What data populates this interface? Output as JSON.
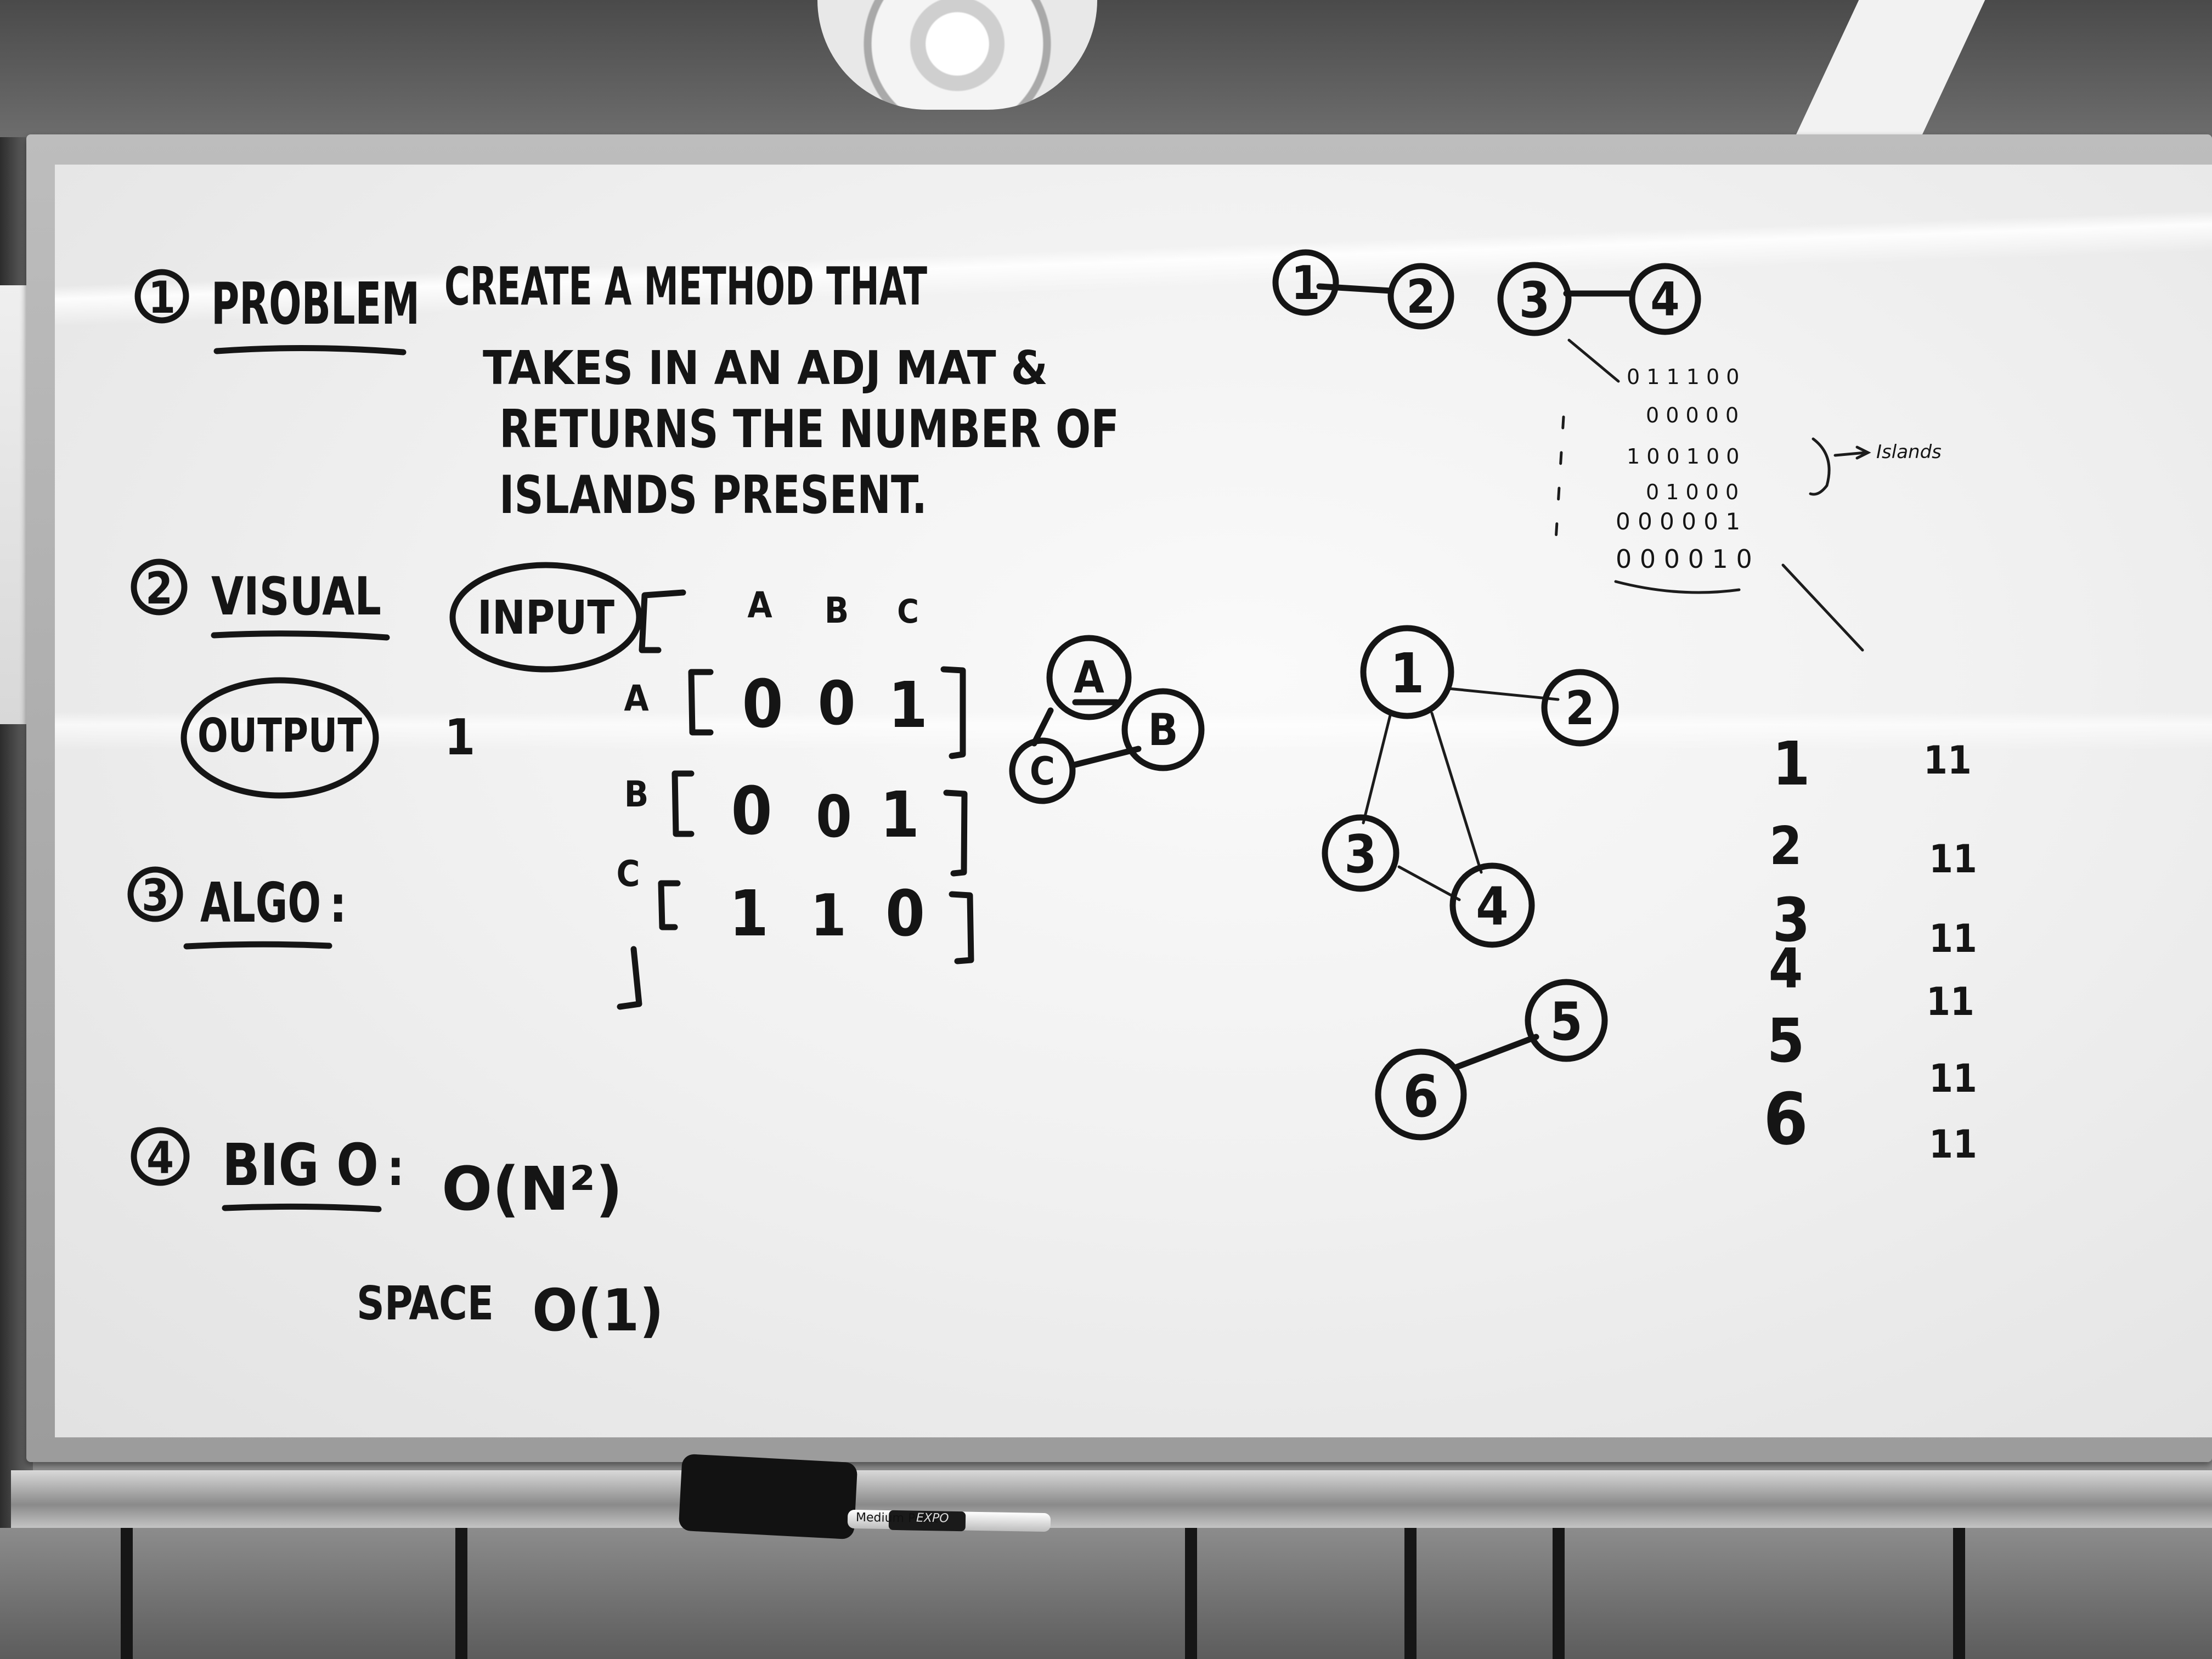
{
  "problem": {
    "number": "1",
    "heading": "PROBLEM",
    "text_lines": [
      "CREATE A METHOD THAT",
      "TAKES IN AN ADJ MAT &",
      "RETURNS THE NUMBER OF",
      "ISLANDS PRESENT."
    ]
  },
  "visual": {
    "number": "2",
    "heading": "VISUAL",
    "input_label": "INPUT",
    "output_label": "OUTPUT",
    "output_value": "1",
    "matrix": {
      "col_headers": [
        "A",
        "B",
        "C"
      ],
      "rows": [
        {
          "label": "A",
          "cells": [
            "0",
            "0",
            "1"
          ]
        },
        {
          "label": "B",
          "cells": [
            "0",
            "0",
            "1"
          ]
        },
        {
          "label": "C",
          "cells": [
            "1",
            "1",
            "0"
          ]
        }
      ]
    },
    "graph_nodes": [
      "A",
      "B",
      "C"
    ]
  },
  "algo": {
    "number": "3",
    "heading": "ALGO"
  },
  "bigo": {
    "number": "4",
    "heading": "BIG O",
    "time": "O(N²)",
    "space_label": "SPACE",
    "space": "O(1)"
  },
  "top_right": {
    "nodes": [
      "1",
      "2",
      "3",
      "4"
    ],
    "grid_rows": [
      "0 1 1 1 0 0",
      "0 0 0 0 0",
      "1 0 0 1 0 0",
      "0 1 0 0 0",
      "0 0 0 0 0 1",
      "0 0 0 0 1 0"
    ],
    "annotation": "Islands"
  },
  "island_graph": {
    "nodes": [
      "1",
      "2",
      "3",
      "4",
      "5",
      "6"
    ]
  },
  "tally": {
    "numbers": [
      "1",
      "2",
      "3",
      "4",
      "5",
      "6"
    ],
    "marks": [
      "11",
      "11",
      "11",
      "11",
      "11",
      "11"
    ]
  },
  "marker": {
    "label": "Medium Point",
    "brand": "EXPO"
  }
}
